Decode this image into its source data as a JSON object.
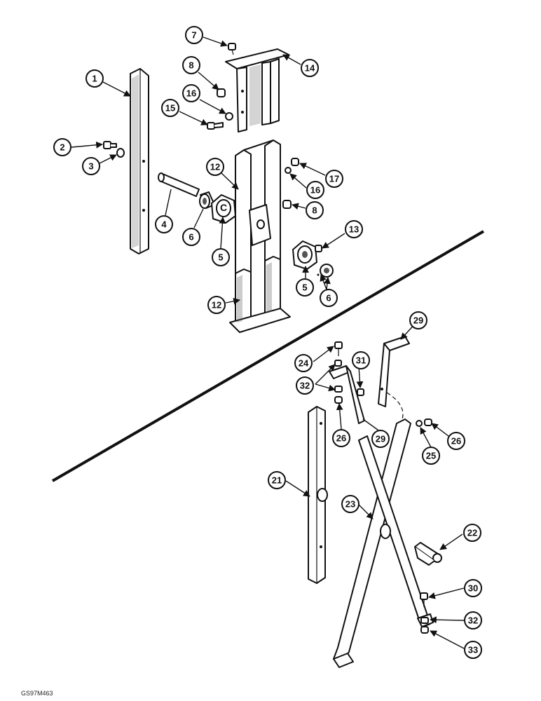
{
  "drawing_code": "GS97M463",
  "callouts": [
    "1",
    "2",
    "3",
    "4",
    "5",
    "5",
    "6",
    "6",
    "7",
    "8",
    "8",
    "12",
    "12",
    "13",
    "14",
    "15",
    "16",
    "16",
    "17",
    "21",
    "22",
    "23",
    "24",
    "25",
    "26",
    "26",
    "29",
    "29",
    "30",
    "31",
    "32",
    "32",
    "33"
  ]
}
